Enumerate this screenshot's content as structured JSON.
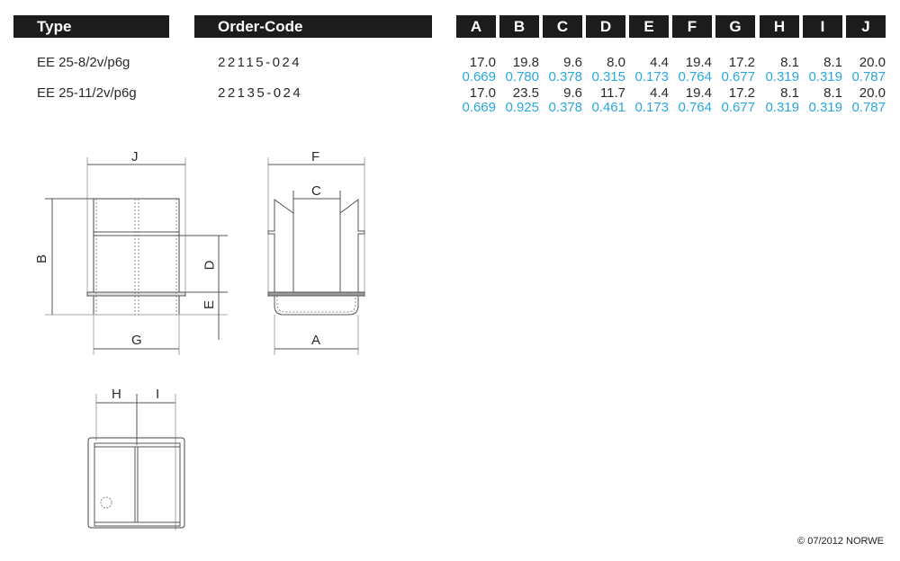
{
  "headers": {
    "type": "Type",
    "order_code": "Order-Code",
    "dims": [
      "A",
      "B",
      "C",
      "D",
      "E",
      "F",
      "G",
      "H",
      "I",
      "J"
    ]
  },
  "rows": [
    {
      "type": "EE 25-8/2v/p6g",
      "order_code": "22115-024",
      "mm": [
        "17.0",
        "19.8",
        "9.6",
        "8.0",
        "4.4",
        "19.4",
        "17.2",
        "8.1",
        "8.1",
        "20.0"
      ],
      "inch": [
        "0.669",
        "0.780",
        "0.378",
        "0.315",
        "0.173",
        "0.764",
        "0.677",
        "0.319",
        "0.319",
        "0.787"
      ]
    },
    {
      "type": "EE 25-11/2v/p6g",
      "order_code": "22135-024",
      "mm": [
        "17.0",
        "23.5",
        "9.6",
        "11.7",
        "4.4",
        "19.4",
        "17.2",
        "8.1",
        "8.1",
        "20.0"
      ],
      "inch": [
        "0.669",
        "0.925",
        "0.378",
        "0.461",
        "0.173",
        "0.764",
        "0.677",
        "0.319",
        "0.319",
        "0.787"
      ]
    }
  ],
  "drawing_labels": {
    "J": "J",
    "B": "B",
    "D": "D",
    "E": "E",
    "G": "G",
    "F": "F",
    "C": "C",
    "A": "A",
    "H": "H",
    "I": "I"
  },
  "copyright": "© 07/2012 NORWE",
  "colors": {
    "header_bg": "#1c1c1c",
    "inch_text": "#2aa6de"
  }
}
